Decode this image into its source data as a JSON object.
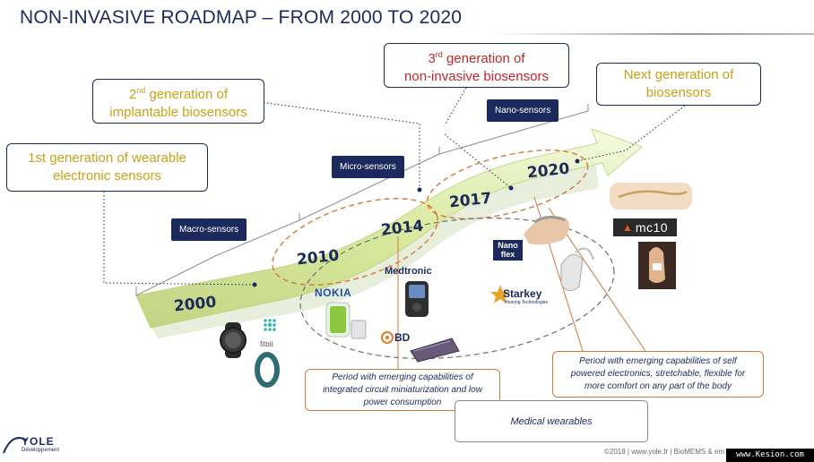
{
  "slide": {
    "title": "NON-INVASIVE ROADMAP – FROM 2000 TO 2020"
  },
  "callouts": {
    "first": {
      "ordinal_text": "1st",
      "rest": " generation of wearable",
      "line2": "electronic sensors"
    },
    "second": {
      "ordinal": "2",
      "superscript": "nd",
      "rest": " generation of",
      "line2": "implantable biosensors"
    },
    "third": {
      "ordinal": "3",
      "superscript": "rd",
      "rest": " generation of",
      "line2": "non-invasive biosensors"
    },
    "next": {
      "line1": "Next generation of",
      "line2": "biosensors"
    }
  },
  "stages": {
    "macro": "Macro-sensors",
    "micro": "Micro-sensors",
    "nano": "Nano-sensors"
  },
  "years": {
    "y2000": "2000",
    "y2010": "2010",
    "y2014": "2014",
    "y2017": "2017",
    "y2020": "2020"
  },
  "notes": {
    "integrated": "Period with emerging capabilities of integrated circuit miniaturization and low power consumption",
    "self_powered": "Period with emerging capabilities of self powered electronics, stretchable, flexible for more comfort on any part of the body",
    "medical_wearables": "Medical wearables"
  },
  "logos": {
    "nokia": "NOKIA",
    "medtronic": "Medtronic",
    "bd": "BD",
    "fitbit": "fitbit",
    "nanoflex_line1": "Nano",
    "nanoflex_line2": "flex",
    "starkey": "Starkey",
    "starkey_sub": "Hearing Technologies",
    "mc10": "mc10",
    "yole": "YOLE",
    "yole_sub": "Développement"
  },
  "footer": {
    "text": "©2018 | www.yole.fr | BioMEMS & em",
    "corner": "www.Kesion.com"
  },
  "colors": {
    "navy": "#1b2a5c",
    "gold": "#c9a118",
    "red": "#c0282d",
    "orange_dashed": "#d4793a",
    "arrow_green": "#d6ec94"
  }
}
